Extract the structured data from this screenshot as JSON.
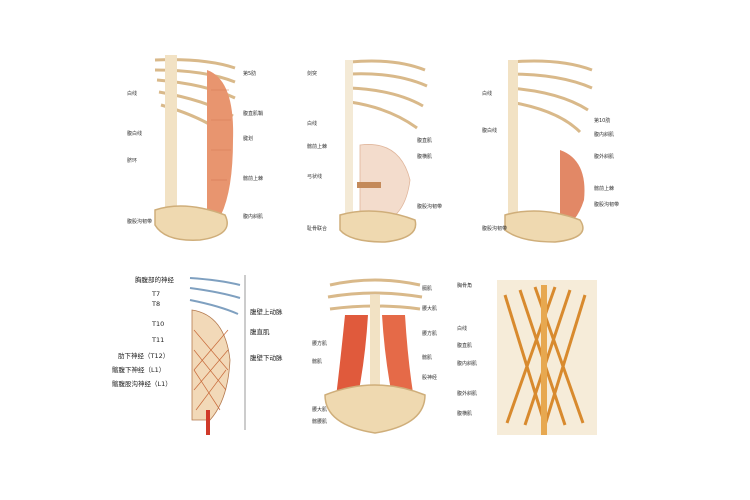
{
  "panels": [
    {
      "labels_left": [
        "白线",
        "腹白线",
        "脐环",
        "腹股沟韧带"
      ],
      "labels_right": [
        "第5肋",
        "腹直肌鞘",
        "腱划",
        "髂前上棘",
        "腹内斜肌"
      ]
    },
    {
      "labels_left": [
        "剑突",
        "白线",
        "髂前上棘",
        "弓状线",
        "耻骨联合"
      ],
      "labels_right": [
        "腹直肌",
        "腹横肌",
        "腹股沟韧带"
      ]
    },
    {
      "labels_left": [
        "白线",
        "腹白线",
        "腹股沟韧带"
      ],
      "labels_right": [
        "第10肋",
        "腹内斜肌",
        "腹外斜肌",
        "髂前上棘",
        "腹股沟韧带"
      ]
    },
    {
      "labels_left": [
        "胸腹部的神经",
        "T7",
        "T8",
        "T10",
        "T11",
        "肋下神经（T12）",
        "髂腹下神经（L1）",
        "髂腹股沟神经（L1）"
      ],
      "labels_right": [
        "腹壁上动脉",
        "腹直肌",
        "腹壁下动脉"
      ]
    },
    {
      "labels_left": [
        "腰方肌",
        "髂肌",
        "腰大肌",
        "髂腰肌"
      ],
      "labels_right": [
        "膈肌",
        "腰大肌",
        "腰方肌",
        "髂肌",
        "股神经"
      ]
    },
    {
      "labels_left": [
        "胸骨角",
        "白线",
        "腹直肌",
        "腹内斜肌",
        "腹外斜肌",
        "腹横肌"
      ],
      "labels_right": []
    }
  ]
}
